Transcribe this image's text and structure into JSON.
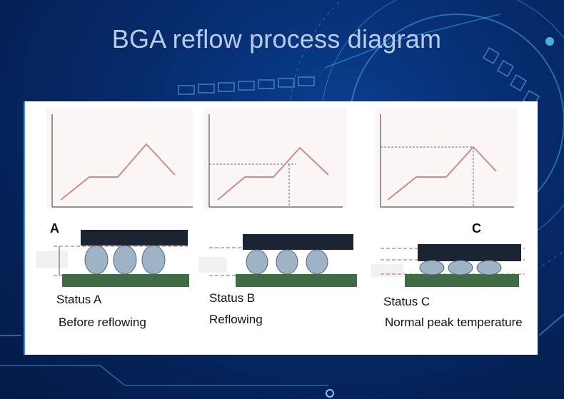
{
  "title": "BGA reflow process diagram",
  "panels": [
    {
      "letter": "A",
      "status": "Status A",
      "description": "Before reflowing"
    },
    {
      "letter": "",
      "status": "Status B",
      "description": "Reflowing"
    },
    {
      "letter": "C",
      "status": "Status C",
      "description": "Normal peak temperature"
    }
  ],
  "colors": {
    "profile_line": "#d08a8a",
    "chip_body": "#1b2433",
    "substrate": "#3f6b45",
    "solder_ball": "#9fb3c7",
    "reference_line": "#c85050",
    "peak_guide": "#4a78a8"
  }
}
